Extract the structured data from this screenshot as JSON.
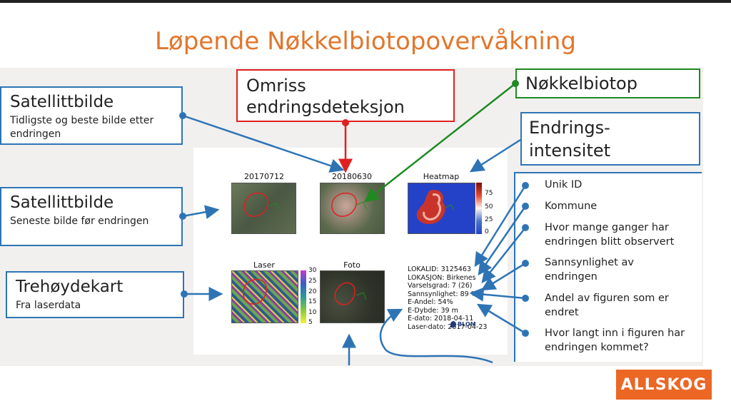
{
  "title": "Løpende Nøkkelbiotopovervåkning",
  "boxes": {
    "satellite_earliest": {
      "head": "Satellittbilde",
      "sub": "Tidligste og beste bilde etter endringen"
    },
    "satellite_latest": {
      "head": "Satellittbilde",
      "sub": "Seneste bilde før endringen"
    },
    "tree_height": {
      "head": "Trehøydekart",
      "sub": "Fra laserdata"
    },
    "outline": {
      "head": "Omriss endringsdeteksjon"
    },
    "keybiotope": {
      "head": "Nøkkelbiotop"
    },
    "intensity": {
      "head": "Endrings-intensitet"
    }
  },
  "figure": {
    "labels": {
      "img1": "20170712",
      "img2": "20180630",
      "heatmap": "Heatmap",
      "laser": "Laser",
      "foto": "Foto"
    },
    "heatmap_ticks": [
      "75",
      "50",
      "25",
      "0"
    ],
    "laser_ticks": [
      "30",
      "25",
      "20",
      "15",
      "10",
      "5"
    ],
    "metadata": [
      "LOKALID: 3125463",
      "LOKASJON: Birkenes",
      "Varselsgrad: 7 (26)",
      "Sannsynlighet: 89 %",
      "E-Andel: 54%",
      "E-Dybde: 39 m",
      "E-dato: 2018-04-11",
      "Laser-dato: 2017-04-23"
    ],
    "blom": "BLOM"
  },
  "right_items": [
    "Unik ID",
    "Kommune",
    "Hvor mange ganger har endringen blitt observert",
    "Sannsynlighet av endringen",
    "Andel av figuren som er endret",
    "Hvor langt inn i figuren har endringen kommet?"
  ],
  "logo": "ALLSKOG",
  "colors": {
    "title": "#e2762b",
    "blue": "#2e74b5",
    "red": "#e02020",
    "green": "#1f8a22",
    "logo_bg": "#ec6624"
  }
}
